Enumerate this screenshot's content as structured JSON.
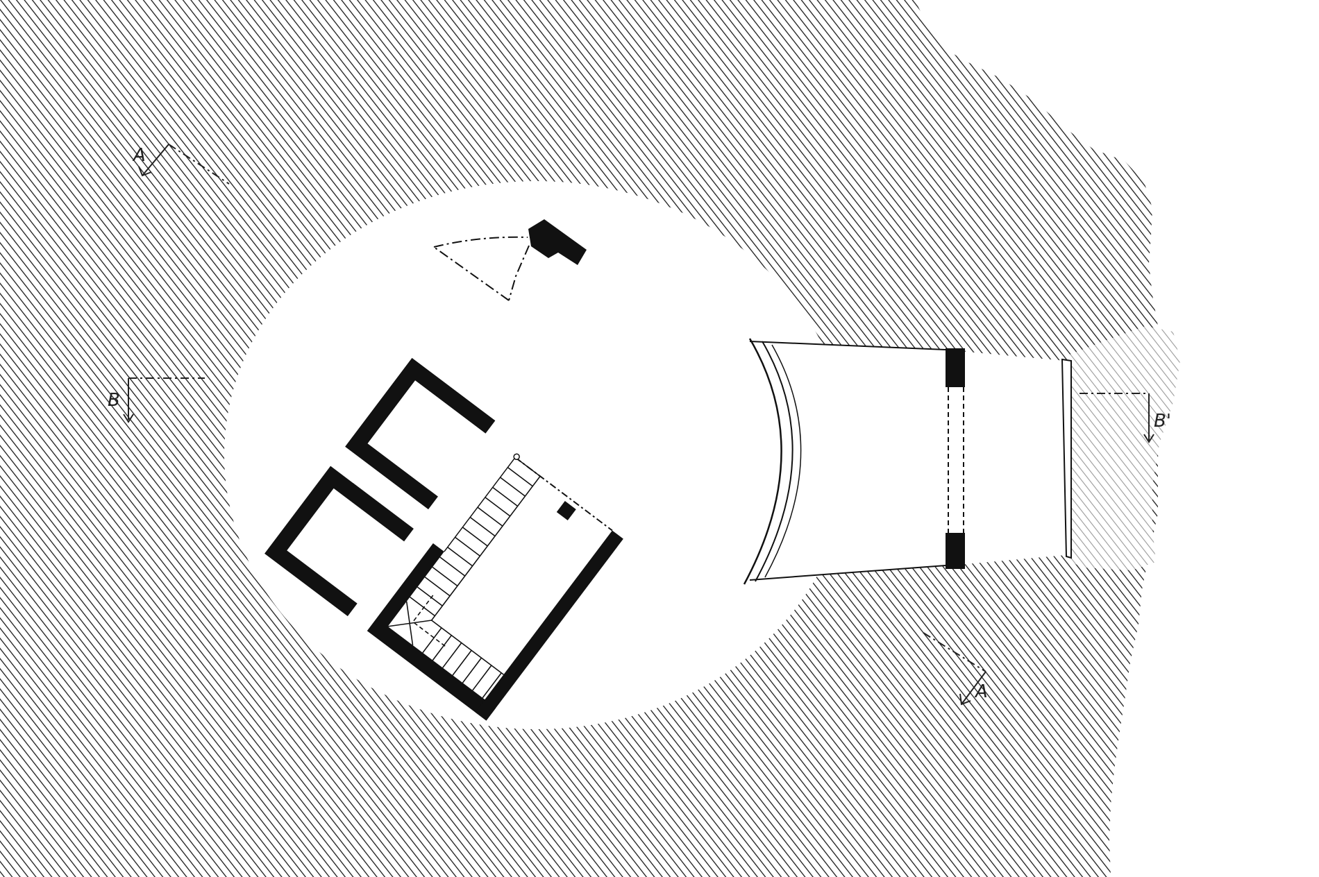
{
  "drawing": {
    "type": "architectural-floor-plan",
    "hatch": "diagonal-line-hatch",
    "colors": {
      "ink": "#111111",
      "paper": "#ffffff",
      "hatch": "#1a1a1a",
      "hatch_faded": "#9a9a9a"
    }
  },
  "section_markers": {
    "a_start": "A",
    "a_end": "A",
    "b_start": "B",
    "b_end": "B'"
  }
}
